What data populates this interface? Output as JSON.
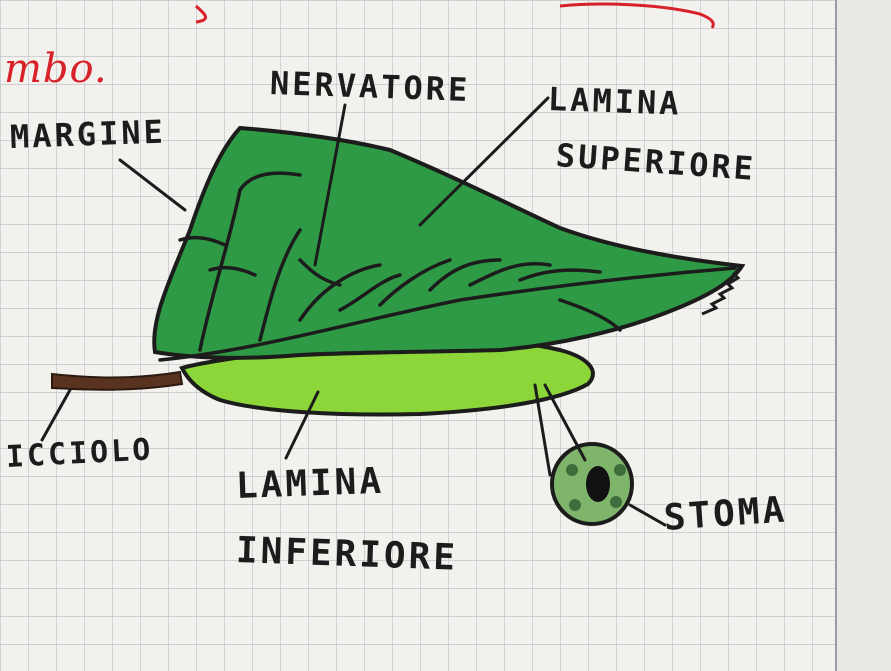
{
  "header_fragment": "mbo.",
  "labels": {
    "margine": "MARGINE",
    "nervatore": "NERVATORE",
    "lamina_superiore": [
      "LAMINA",
      "SUPERIORE"
    ],
    "picciolo": "ICCIOLO",
    "lamina_inferiore": [
      "LAMINA",
      "INFERIORE"
    ],
    "stoma": "STOMA"
  },
  "colors": {
    "paper": "#f2f1ee",
    "grid": "#b9bcc4",
    "leaf_upper": "#2f9a45",
    "leaf_lower": "#8cd63a",
    "petiole": "#5a3320",
    "ink": "#1c1c1c",
    "red_ink": "#d8222a"
  }
}
